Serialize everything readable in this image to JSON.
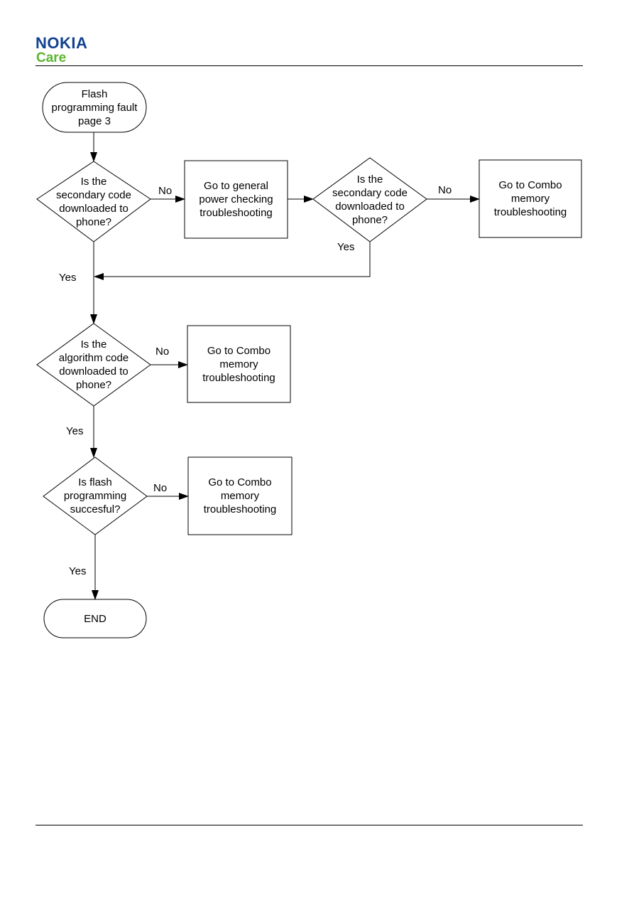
{
  "header": {
    "brand": "NOKIA",
    "sub_brand": "Care",
    "brand_color": "#124191",
    "sub_brand_color": "#5bb52f"
  },
  "flowchart": {
    "start": "Flash\nprogramming fault\npage 3",
    "q1": "Is the\nsecondary code\ndownloaded to\nphone?",
    "box_power": "Go to general\npower checking\ntroubleshooting",
    "q2": "Is the\nsecondary code\ndownloaded to\nphone?",
    "box_combo_1": "Go to Combo\nmemory\ntroubleshooting",
    "q3": "Is the\nalgorithm code\ndownloaded to\nphone?",
    "box_combo_2": "Go to Combo\nmemory\ntroubleshooting",
    "q4": "Is flash\nprogramming\nsuccesful?",
    "box_combo_3": "Go to Combo\nmemory\ntroubleshooting",
    "end": "END",
    "labels": {
      "q1_no": "No",
      "q2_no": "No",
      "q2_yes": "Yes",
      "q1_yes": "Yes",
      "q3_no": "No",
      "q3_yes": "Yes",
      "q4_no": "No",
      "q4_yes": "Yes"
    }
  }
}
